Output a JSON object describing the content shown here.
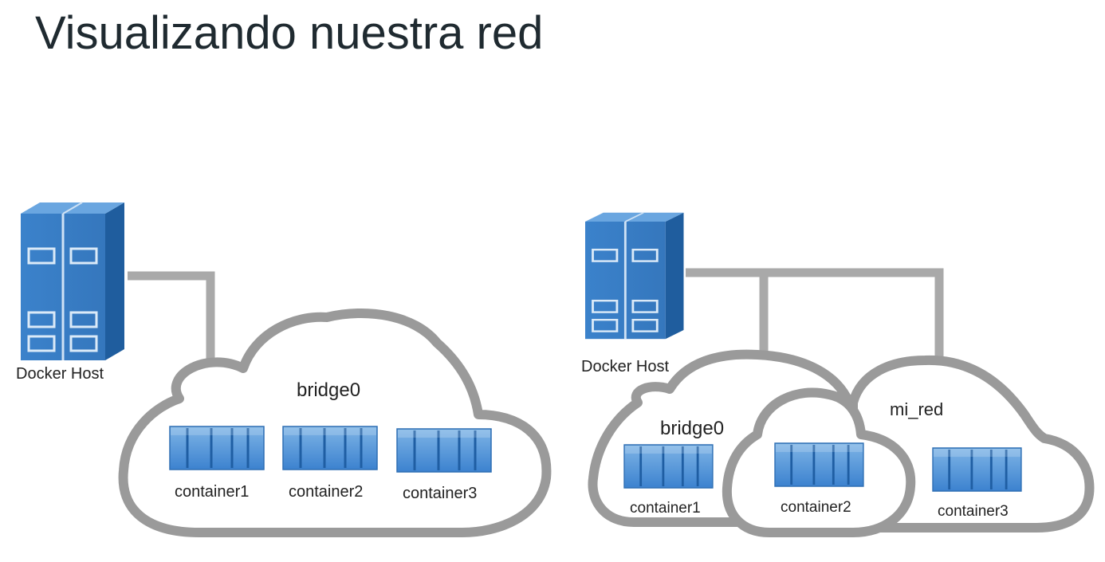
{
  "page": {
    "title": "Visualizando nuestra red"
  },
  "left": {
    "host_label": "Docker Host",
    "network_label": "bridge0",
    "containers": [
      "container1",
      "container2",
      "container3"
    ]
  },
  "right": {
    "host_label": "Docker Host",
    "network1_label": "bridge0",
    "network2_label": "mi_red",
    "containers": [
      "container1",
      "container2",
      "container3"
    ]
  },
  "colors": {
    "server_blue": "#3a80c8",
    "cable_gray": "#a9a9a9",
    "cloud_stroke": "#9a9a9a"
  }
}
